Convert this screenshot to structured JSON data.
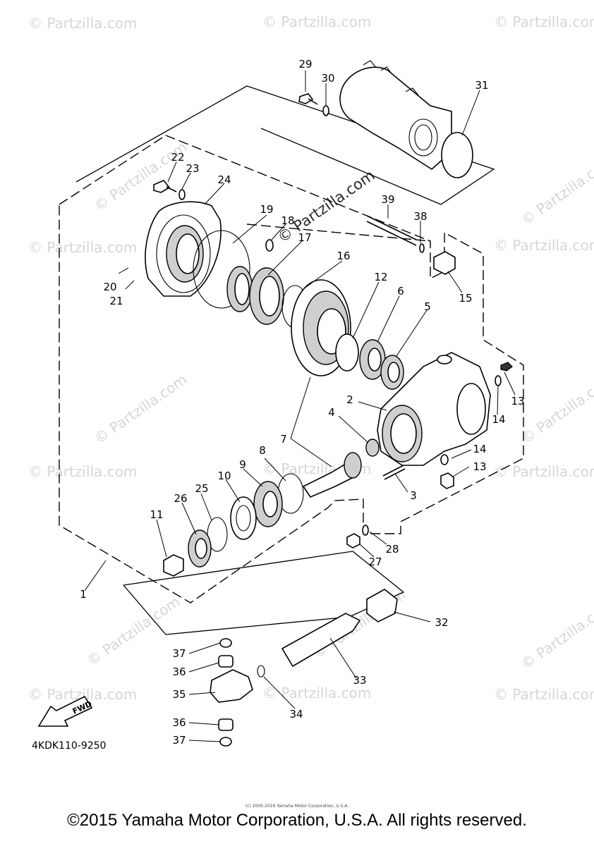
{
  "diagram_code": "4KDK110-9250",
  "fwd_label": "FWD",
  "watermark": "© Partzilla.com",
  "copyright": "©2015 Yamaha Motor Corporation, U.S.A. All rights reserved.",
  "small_credit": "(c) 2005-2016 Yamaha Motor Corporation, U.S.A.",
  "part_numbers": [
    "1",
    "2",
    "3",
    "4",
    "5",
    "6",
    "7",
    "8",
    "9",
    "10",
    "11",
    "12",
    "13",
    "14",
    "15",
    "16",
    "17",
    "18",
    "19",
    "20",
    "21",
    "22",
    "23",
    "24",
    "25",
    "26",
    "27",
    "28",
    "29",
    "30",
    "31",
    "32",
    "33",
    "34",
    "35",
    "36",
    "37",
    "38",
    "39"
  ]
}
